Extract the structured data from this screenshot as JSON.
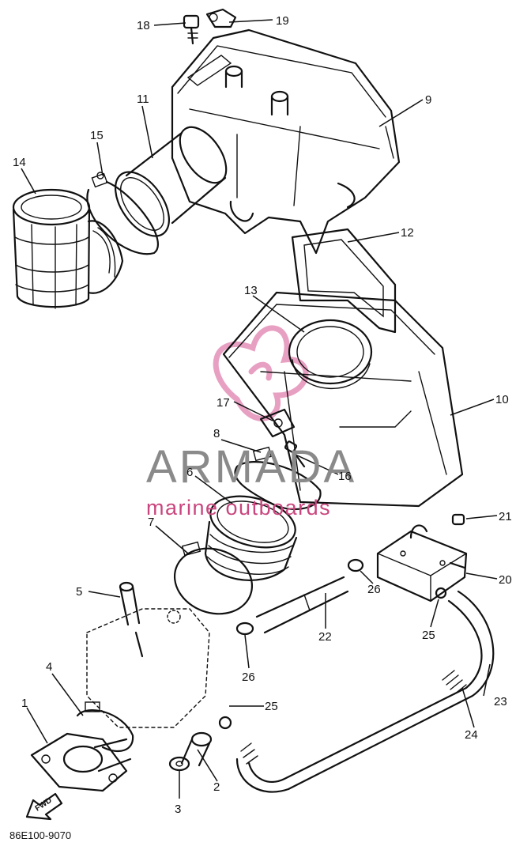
{
  "diagram": {
    "code": "86E100-9070",
    "fwd_label": "FWD",
    "watermark": {
      "brand": "ARMADA",
      "tagline": "marine outboards",
      "colors": {
        "brand": "#8a8a8a",
        "tagline": "#c9467e",
        "logo": "#e48fb7"
      }
    },
    "callouts": [
      "18",
      "19",
      "9",
      "11",
      "15",
      "14",
      "12",
      "13",
      "10",
      "17",
      "8",
      "16",
      "6",
      "7",
      "21",
      "20",
      "5",
      "26",
      "22",
      "25",
      "23",
      "4",
      "1",
      "24",
      "2",
      "3"
    ]
  }
}
